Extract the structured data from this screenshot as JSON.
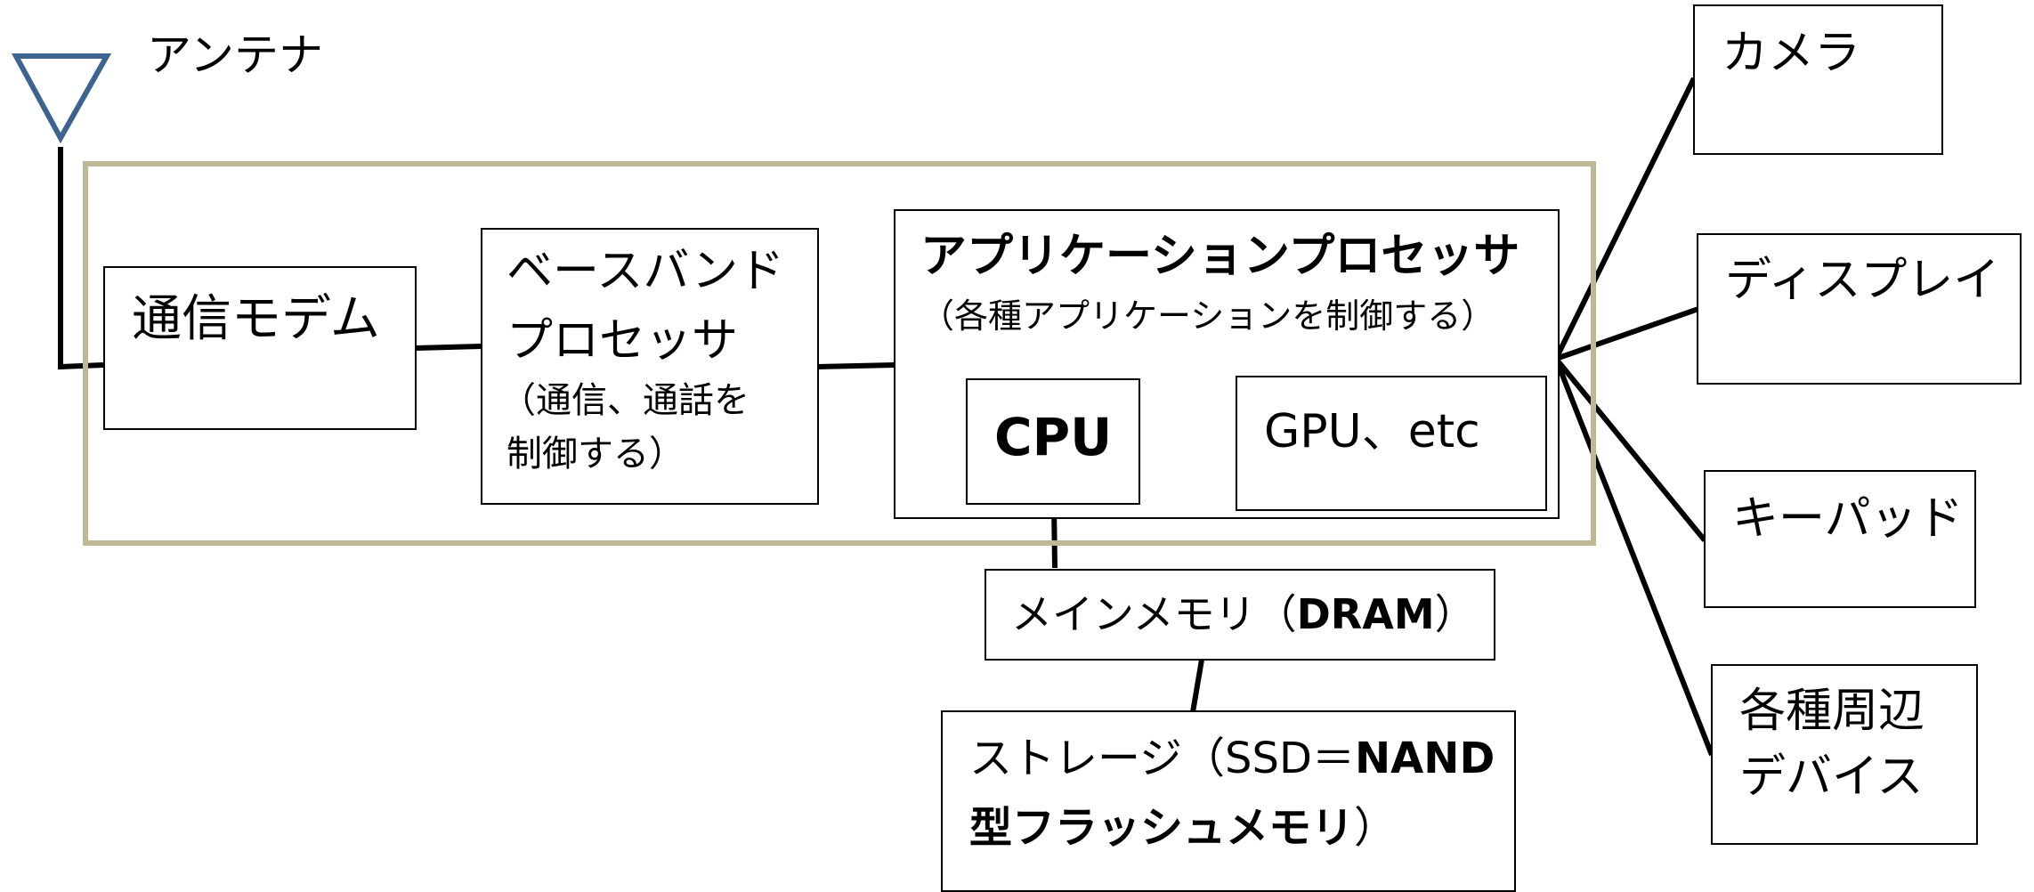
{
  "antenna": {
    "label": "アンテナ"
  },
  "modem": {
    "label": "通信モデム"
  },
  "baseband": {
    "title_line1": "ベースバンド",
    "title_line2": "プロセッサ",
    "desc_line1": "（通信、通話を",
    "desc_line2": "制御する）"
  },
  "app_processor": {
    "title": "アプリケーションプロセッサ",
    "desc": "（各種アプリケーションを制御する）",
    "cpu": "CPU",
    "gpu": "GPU、etc"
  },
  "main_memory": {
    "prefix": "メインメモリ（",
    "bold": "DRAM",
    "suffix": "）"
  },
  "storage": {
    "line1_prefix": "ストレージ（SSD＝",
    "line1_bold": "NAND",
    "line2": "型フラッシュメモリ",
    "line2_suffix": "）"
  },
  "peripherals": {
    "camera": "カメラ",
    "display": "ディスプレイ",
    "keypad": "キーパッド",
    "other_line1": "各種周辺",
    "other_line2": "デバイス"
  },
  "colors": {
    "soc_border": "#bfb896",
    "antenna": "#3f6391",
    "line": "#000000"
  }
}
